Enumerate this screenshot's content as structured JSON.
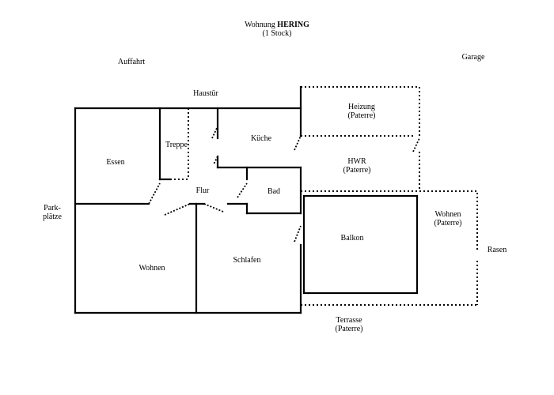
{
  "title": {
    "prefix": "Wohnung",
    "name": "HERING",
    "floor": "(1 Stock)"
  },
  "rooms": {
    "essen": "Essen",
    "treppe": "Treppe",
    "kueche": "Küche",
    "flur": "Flur",
    "bad": "Bad",
    "wohnen": "Wohnen",
    "schlafen": "Schlafen",
    "balkon": "Balkon"
  },
  "below": {
    "heizung": [
      "Heizung",
      "(Paterre)"
    ],
    "hwr": [
      "HWR",
      "(Paterre)"
    ],
    "wohnen": [
      "Wohnen",
      "(Paterre)"
    ],
    "terrasse": [
      "Terrasse",
      "(Paterre)"
    ]
  },
  "outside": {
    "auffahrt": "Auffahrt",
    "garage": "Garage",
    "haustuer": "Haustür",
    "parkplaetze": [
      "Park-",
      "plätze"
    ],
    "rasen": "Rasen"
  },
  "colors": {
    "ink": "#000000",
    "paper": "#ffffff"
  }
}
